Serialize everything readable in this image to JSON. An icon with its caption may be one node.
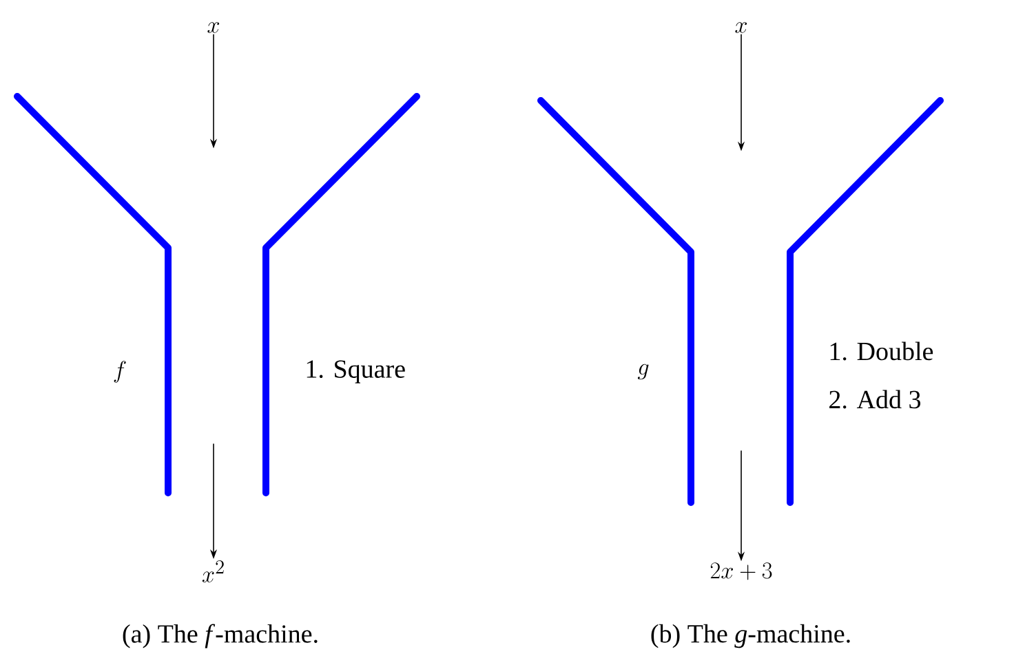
{
  "diagram": {
    "nodes": [
      {
        "text": [
          "x"
        ]
      },
      {
        "text": [
          "f",
          "1. Square"
        ]
      },
      {
        "text": [
          "x^2"
        ]
      },
      {
        "text": [
          "x"
        ]
      },
      {
        "text": [
          "g",
          "1. Double",
          "2. Add 3"
        ]
      },
      {
        "text": [
          "2x+3"
        ]
      }
    ],
    "edges": [
      {
        "from": 0,
        "to": 1,
        "arrow": "to"
      },
      {
        "from": 1,
        "to": 2,
        "arrow": "to"
      },
      {
        "from": 3,
        "to": 4,
        "arrow": "to"
      },
      {
        "from": 4,
        "to": 5,
        "arrow": "to"
      }
    ],
    "labels": [
      "(a) The *f*-machine.",
      "(b) The *g*-machine."
    ]
  }
}
